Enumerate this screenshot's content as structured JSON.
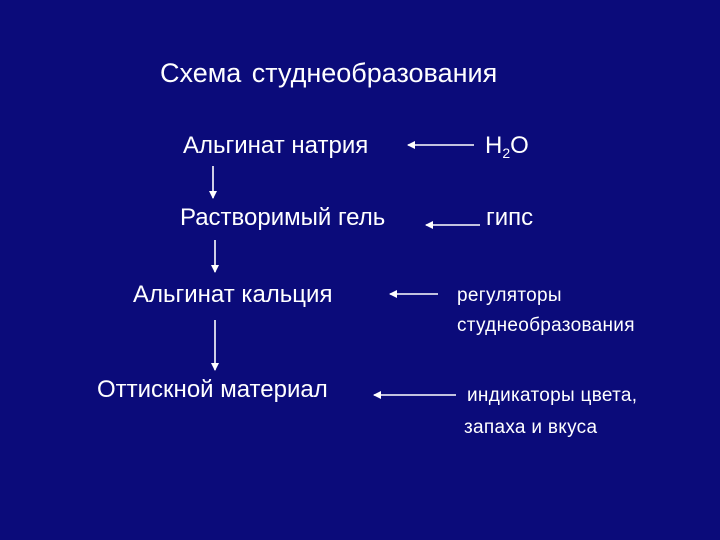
{
  "title": "Схема студнеобразования",
  "nodes": {
    "sodium_alginate": "Альгинат натрия",
    "soluble_gel": "Растворимый гель",
    "calcium_alginate": "Альгинат кальция",
    "impression_material": "Оттискной материал"
  },
  "inputs": {
    "water": {
      "h": "H",
      "sub": "2",
      "o": "O"
    },
    "gypsum": "гипс",
    "regulators_line1": "регуляторы",
    "regulators_line2": "студнеобразования",
    "indicators_line1": "индикаторы цвета,",
    "indicators_line2": "запаха и вкуса"
  },
  "colors": {
    "background": "#0b0b7a",
    "foreground": "#ffffff"
  }
}
